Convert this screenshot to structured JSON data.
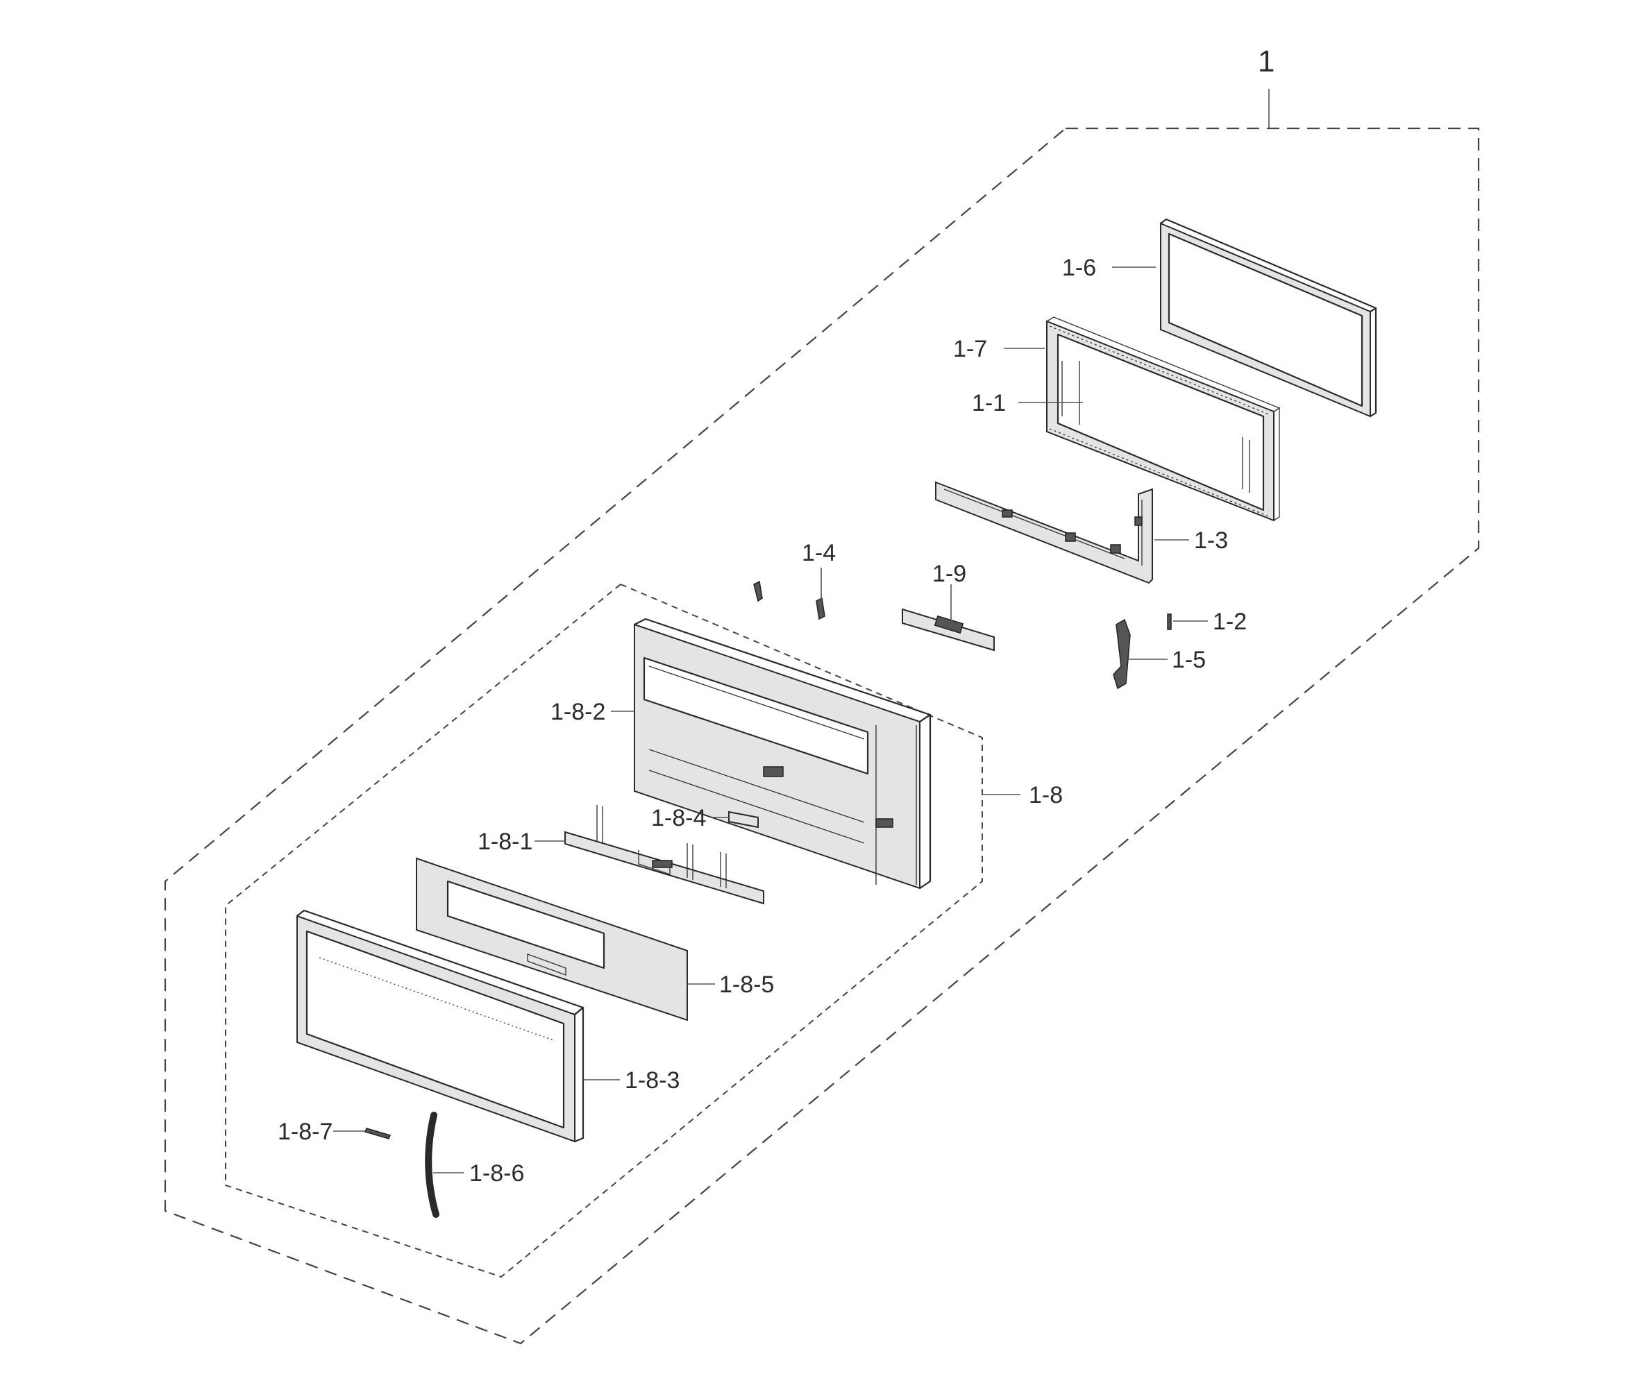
{
  "labels": {
    "assembly": "1",
    "p1_1": "1-1",
    "p1_2": "1-2",
    "p1_3": "1-3",
    "p1_4": "1-4",
    "p1_5": "1-5",
    "p1_6": "1-6",
    "p1_7": "1-7",
    "p1_8": "1-8",
    "p1_9": "1-9",
    "p1_8_1": "1-8-1",
    "p1_8_2": "1-8-2",
    "p1_8_3": "1-8-3",
    "p1_8_4": "1-8-4",
    "p1_8_5": "1-8-5",
    "p1_8_6": "1-8-6",
    "p1_8_7": "1-8-7"
  }
}
